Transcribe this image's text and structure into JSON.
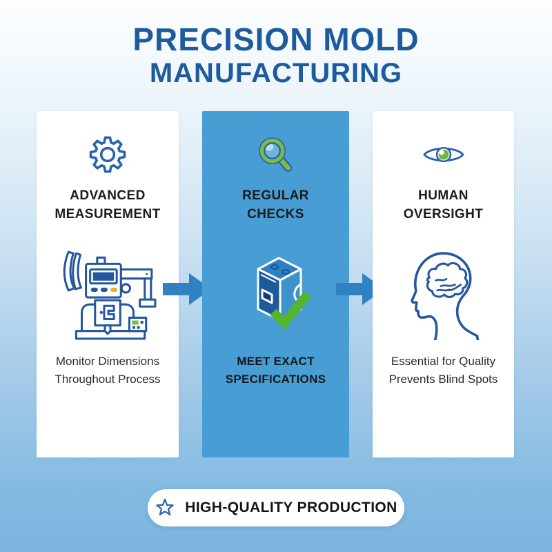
{
  "title": {
    "line1": "PRECISION MOLD",
    "line2": "MANUFACTURING"
  },
  "panels": [
    {
      "id": "advanced-measurement",
      "heading_line1": "ADVANCED",
      "heading_line2": "MEASUREMENT",
      "caption_line1": "Monitor Dimensions",
      "caption_line2": "Throughout Process",
      "icon": "gear-icon",
      "illustration": "digital-caliper-and-cmm-machine"
    },
    {
      "id": "regular-checks",
      "heading_line1": "REGULAR",
      "heading_line2": "CHECKS",
      "caption_line1": "MEET EXACT",
      "caption_line2": "SPECIFICATIONS",
      "icon": "magnifier-icon",
      "illustration": "isometric-mold-block-with-green-checkmark",
      "highlighted": true
    },
    {
      "id": "human-oversight",
      "heading_line1": "HUMAN",
      "heading_line2": "OVERSIGHT",
      "caption_line1": "Essential for Quality",
      "caption_line2": "Prevents Blind Spots",
      "icon": "eye-icon",
      "illustration": "head-profile-with-brain"
    }
  ],
  "footer": {
    "label": "HIGH-QUALITY PRODUCTION",
    "icon": "star-icon"
  },
  "colors": {
    "title_blue": "#1e5b9e",
    "panel_highlight_blue": "#489dd5",
    "arrow_blue": "#2f81c2",
    "lineart_blue": "#2457a0",
    "icon_outline_blue": "#2a63ab",
    "accent_green": "#7cbe3f",
    "check_green": "#54b42e",
    "iris_green": "#6fb43c",
    "text_dark": "#1b1b1b",
    "background_top": "#fcfeff",
    "background_bottom": "#7db4e0"
  }
}
